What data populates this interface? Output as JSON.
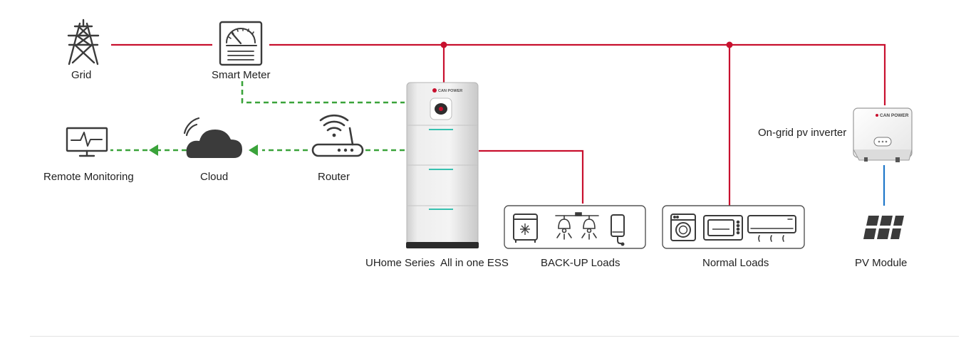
{
  "labels": {
    "grid": "Grid",
    "smart_meter": "Smart Meter",
    "remote_monitoring": "Remote Monitoring",
    "cloud": "Cloud",
    "router": "Router",
    "ess": "UHome Series  All in one ESS",
    "backup_loads": "BACK-UP Loads",
    "normal_loads": "Normal Loads",
    "inverter": "On-grid pv inverter",
    "pv_module": "PV Module"
  },
  "brand": {
    "ess_logo": "CAN POWER",
    "inverter_logo": "CAN POWER"
  },
  "icons": {
    "grid": "power-tower-icon",
    "smart_meter": "meter-gauge-icon",
    "remote_monitoring": "monitor-pulse-icon",
    "cloud": "cloud-wifi-icon",
    "router": "wifi-router-icon",
    "ess": "battery-cabinet",
    "inverter": "inverter-box",
    "pv_module": "solar-panel-icon",
    "freezer": "freezer-icon",
    "lamps": "ceiling-lamp-icon",
    "phone": "phone-charger-icon",
    "washer": "washing-machine-icon",
    "microwave": "microwave-icon",
    "air_conditioner": "air-conditioner-icon"
  },
  "colors": {
    "power_line": "#c8102e",
    "data_line": "#3aa33a",
    "dc_line": "#1f77c9",
    "icon": "#3b3b3b",
    "brand_red": "#c8102e",
    "teal_strip": "#37c1b0"
  }
}
